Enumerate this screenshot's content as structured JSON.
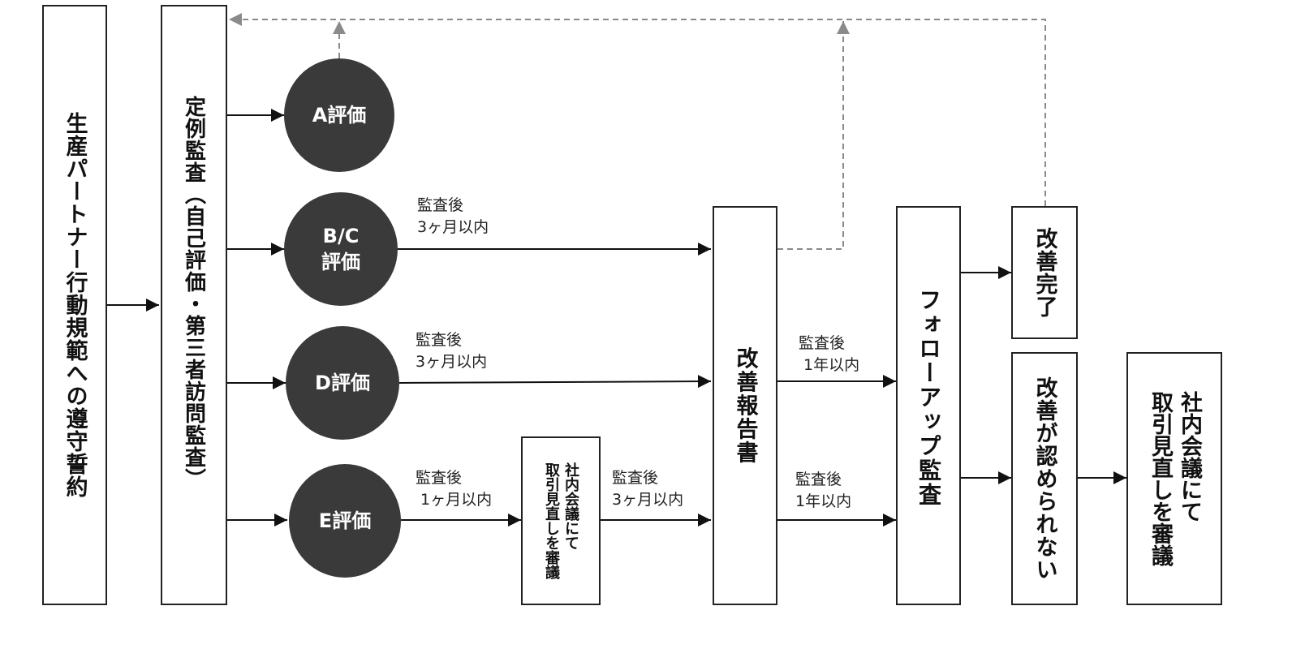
{
  "diagram": {
    "pledge_box": "生産パートナー行動規範への遵守誓約",
    "audit_box": "定例監査（自己評価・第三者訪問監査）",
    "ratings": [
      {
        "id": "A",
        "label": "A評価"
      },
      {
        "id": "BC",
        "label_line1": "B/C",
        "label_line2": "評価"
      },
      {
        "id": "D",
        "label": "D評価"
      },
      {
        "id": "E",
        "label": "E評価"
      }
    ],
    "internal_review_small": {
      "col1": "社内会議にて",
      "col2": "取引見直しを審議"
    },
    "improvement_report": "改善報告書",
    "followup_audit": "フォローアップ監査",
    "improvement_complete": "改善完了",
    "not_improved": "改善が認められない",
    "internal_review_large": {
      "col1": "社内会議にて",
      "col2": "取引見直しを審議"
    },
    "edge_labels": {
      "bc_to_report": "監査後\n3ヶ月以内",
      "d_to_report": "監査後\n3ヶ月以内",
      "e_to_review": "監査後\n 1ヶ月以内",
      "review_to_report": "監査後\n3ヶ月以内",
      "report_to_followup_1": "監査後\n 1年以内",
      "report_to_followup_2": "監査後\n1年以内"
    },
    "colors": {
      "box_border": "#222222",
      "circle_fill": "#3a3a3a",
      "arrow": "#111111",
      "feedback_dashed": "#8a8a8a"
    }
  }
}
